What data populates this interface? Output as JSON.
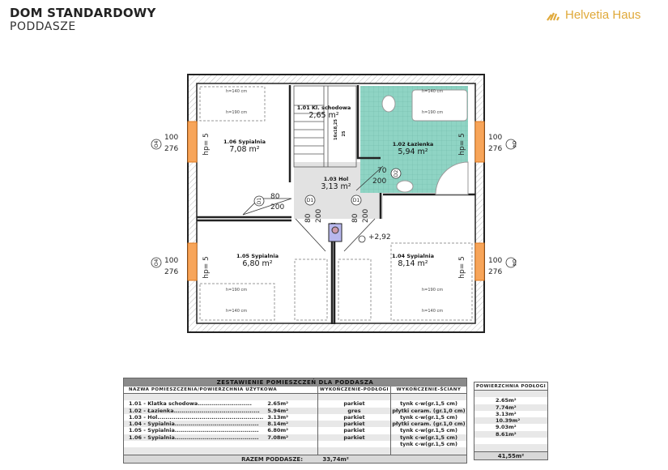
{
  "header": {
    "title": "DOM STANDARDOWY",
    "subtitle": "PODDASZE",
    "logo": "Helvetia Haus"
  },
  "rooms": [
    {
      "id": "1.01 Kl. schodowa",
      "area": "2,65 m²"
    },
    {
      "id": "1.02 Łazienka",
      "area": "5,94 m²"
    },
    {
      "id": "1.03  Hol",
      "area": "3,13 m²"
    },
    {
      "id": "1.04 Sypialnia",
      "area": "8,14 m²"
    },
    {
      "id": "1.05 Sypialnia",
      "area": "6,80 m²"
    },
    {
      "id": "1.06 Sypialnia",
      "area": "7,08 m²"
    }
  ],
  "labels": {
    "h140": "h=140 cm",
    "h190": "h=190 cm",
    "hp": "hp= 5",
    "win_w": "100",
    "win_h": "276",
    "win_tag": "O4",
    "d1": "D1",
    "d2": "D2",
    "d_80": "80",
    "d_70": "70",
    "d_200": "200",
    "stairs": "16x18,25",
    "stairs2": "25",
    "level": "+2,92"
  },
  "table": {
    "title": "ZESTAWIENIE POMIESZCZEŃ DLA PODDASZA",
    "headers": [
      "NAZWA POMIESZCZENIA/POWIERZCHNIA UŻYTKOWA",
      "WYKOŃCZENIE-PODŁOGI",
      "WYKOŃCZENIE-ŚCIANY"
    ],
    "rows": [
      {
        "name": "1.01 - Klatka schodowa...........................",
        "area": "2.65m²",
        "floor": "parkiet",
        "wall": "tynk c-w(gr.1,5 cm)"
      },
      {
        "name": "1.02 - Łazienka...........................................",
        "area": "5.94m²",
        "floor": "gres",
        "wall": "płytki ceram. (gr.1,0 cm)"
      },
      {
        "name": "1.03 - Hol.....................................................",
        "area": "3.13m²",
        "floor": "parkiet",
        "wall": "tynk c-w(gr.1,5 cm)"
      },
      {
        "name": "1.04 - Sypialnia..........................................",
        "area": "8.14m²",
        "floor": "parkiet",
        "wall": "płytki ceram. (gr.1,0 cm)"
      },
      {
        "name": "1.05 - Sypialnia..........................................",
        "area": "6.80m²",
        "floor": "parkiet",
        "wall": "tynk c-w(gr.1,5 cm)"
      },
      {
        "name": "1.06 - Sypialnia..........................................",
        "area": "7.08m²",
        "floor": "parkiet",
        "wall": "tynk c-w(gr.1,5 cm)"
      }
    ],
    "extra_wall": "tynk c-w(gr.1,5 cm)",
    "total_label": "RAZEM PODDASZE:",
    "total": "33,74m²"
  },
  "floor_table": {
    "title": "POWIERZCHNIA PODŁOGI",
    "values": [
      "2.65m²",
      "7.74m²",
      "3.13m²",
      "10.39m²",
      "9.03m²",
      "8.61m²"
    ],
    "total": "41,55m²"
  }
}
